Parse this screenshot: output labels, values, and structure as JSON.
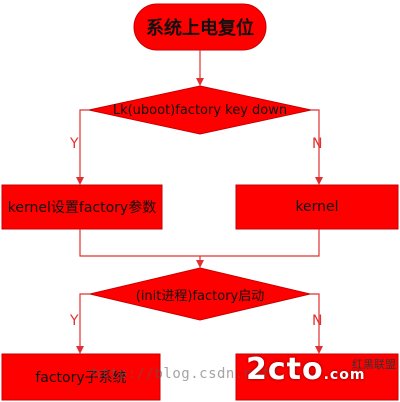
{
  "colors": {
    "fill": "#ff0000",
    "stroke": "#c80000",
    "text": "#111111",
    "arrow": "#e03030"
  },
  "nodes": {
    "start": "系统上电复位",
    "decision1": "Lk(uboot)factory key down",
    "kernel_factory": "kernel设置factory参数",
    "kernel": "kernel",
    "decision2": "(init进程)factory启动",
    "factory_subsystem": "factory子系统",
    "right_bottom": ""
  },
  "branches": {
    "yes": "Y",
    "no": "N"
  },
  "watermark": "http://blog.csdn.net/",
  "logo": {
    "main": "2cto",
    "com": ".com",
    "sub1": "红黑联盟",
    "sub2": ""
  }
}
